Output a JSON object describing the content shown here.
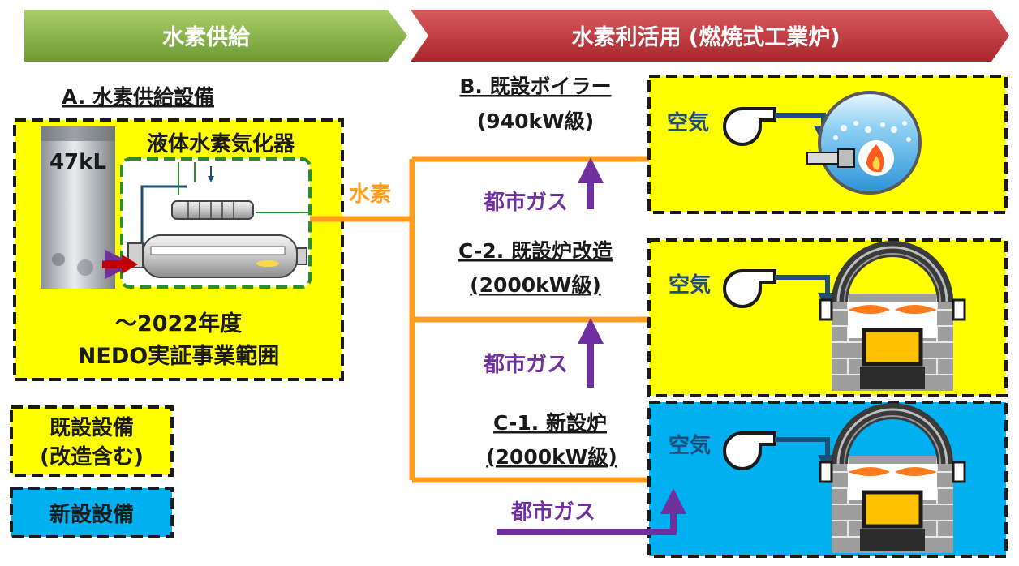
{
  "header": {
    "supply": "水素供給",
    "use": "水素利活用 (燃焼式工業炉)"
  },
  "supply_section": {
    "title": "A. 水素供給設備",
    "tank_capacity": "47kL",
    "vaporizer_label": "液体水素気化器",
    "scope_line1": "～2022年度",
    "scope_line2": "NEDO実証事業範囲"
  },
  "hydrogen_label": "水素",
  "facilities": {
    "boiler": {
      "title": "B. 既設ボイラー",
      "capacity": "(940kW級)"
    },
    "furnace_mod": {
      "title": "C-2. 既設炉改造",
      "capacity": "(2000kW級)"
    },
    "furnace_new": {
      "title": "C-1. 新設炉",
      "capacity": "(2000kW級)"
    }
  },
  "air_label": "空気",
  "city_gas_label": "都市ガス",
  "legend": {
    "existing_line1": "既設設備",
    "existing_line2": "(改造含む)",
    "new": "新設設備"
  },
  "colors": {
    "supply_banner": "#8db84e",
    "use_banner": "#c0393e",
    "existing_fill": "#ffff00",
    "new_fill": "#00b0f0",
    "hydrogen_line": "#ff9d1f",
    "city_gas_arrow": "#7030a0",
    "air_text": "#1f4e79",
    "vaporizer_border": "#2e8b2e"
  }
}
